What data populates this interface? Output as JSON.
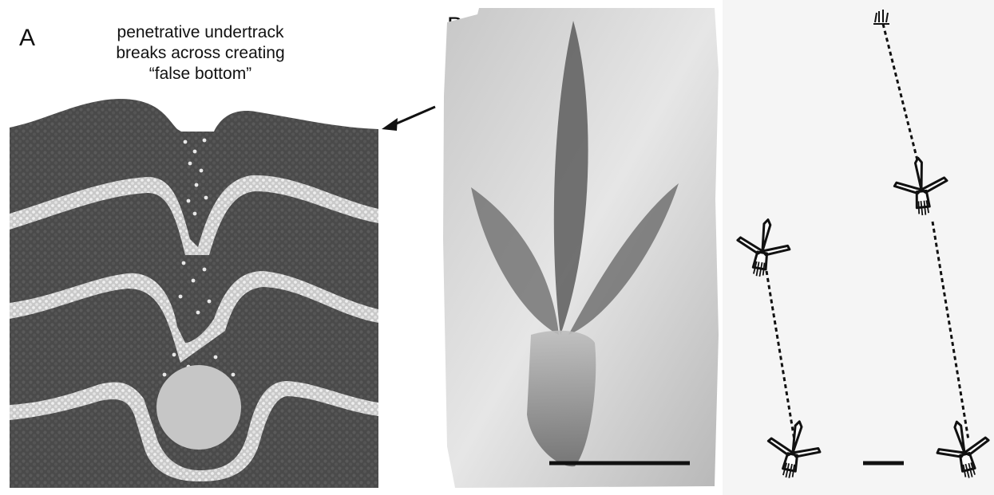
{
  "panels": {
    "a": {
      "label": "A",
      "annotation_lines": [
        "penetrative undertrack",
        "breaks across creating",
        "“false bottom”"
      ]
    },
    "b": {
      "label": "B"
    }
  },
  "colors": {
    "sediment": "#4a4a4a",
    "marker_layer": "#d8d8d8",
    "indenter": "#c6c6c6",
    "slab": "#bdbdbd",
    "ink": "#111111"
  },
  "icons": {
    "arrow": "arrow-icon",
    "footprint": "footprint-icon"
  }
}
